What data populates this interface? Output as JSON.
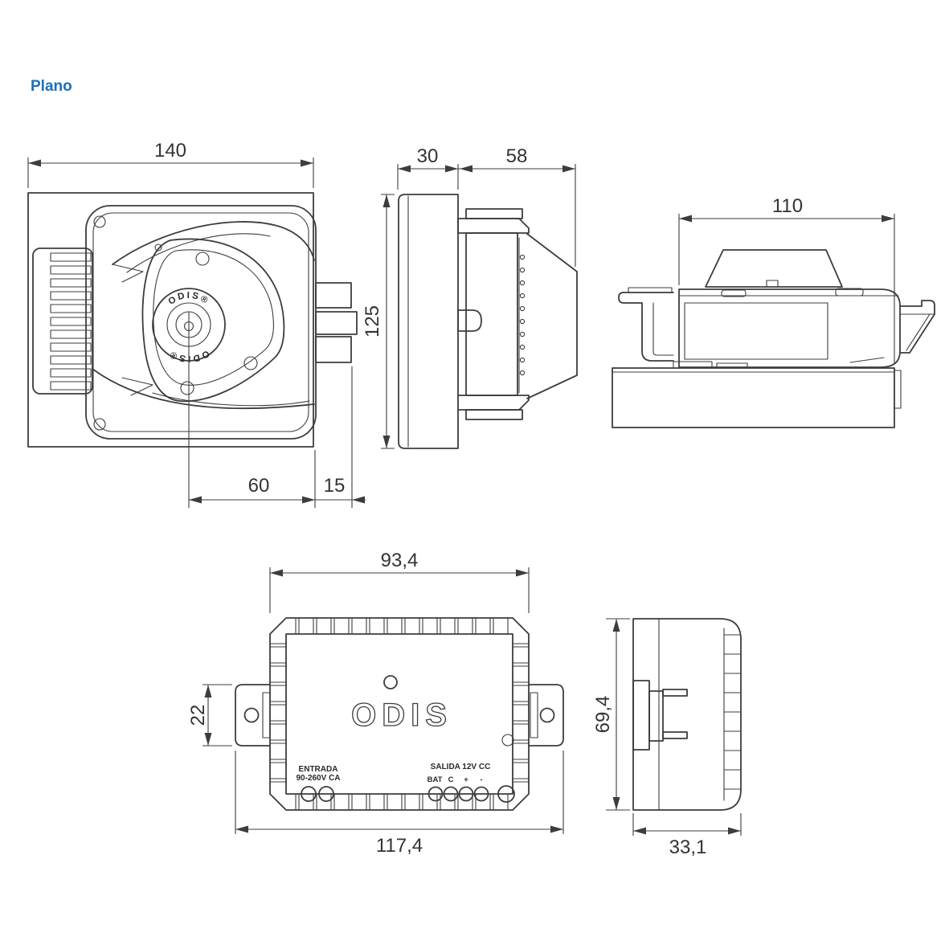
{
  "title": "Plano",
  "colors": {
    "accent": "#1a70b8",
    "line": "#3d3d3d"
  },
  "lock_front": {
    "dim_width": "140",
    "dim_center_to_edge": "60",
    "dim_bolt_throw": "15",
    "cylinder_text_top": "ODIS®",
    "cylinder_text_bottom": "ODIS®"
  },
  "lock_side": {
    "dim_plate_depth": "30",
    "dim_body_depth": "58",
    "dim_height": "125"
  },
  "lock_top": {
    "dim_width": "110"
  },
  "box_front": {
    "dim_inner_width": "93,4",
    "dim_tab_height": "22",
    "dim_outer_width": "117,4",
    "logo": "ODIS",
    "input_label_line1": "ENTRADA",
    "input_label_line2": "90-260V CA",
    "output_label": "SALIDA 12V CC",
    "terminals": [
      "BAT",
      "C",
      "+",
      "-"
    ]
  },
  "box_side": {
    "dim_height": "69,4",
    "dim_depth": "33,1"
  }
}
